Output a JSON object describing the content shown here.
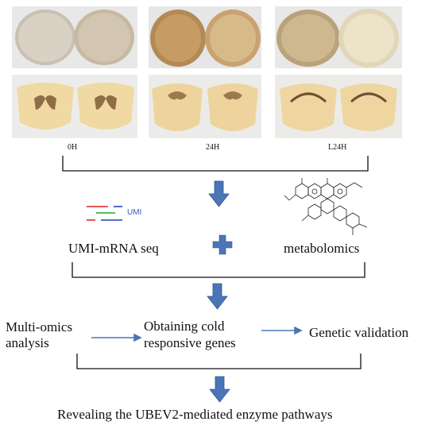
{
  "labels": {
    "time_0": "0H",
    "time_24": "24H",
    "time_l24": "L24H"
  },
  "umi_label": "UMI",
  "steps": {
    "umi_mrna_seq": "UMI-mRNA seq",
    "metabolomics": "metabolomics",
    "multi_omics": [
      "Multi-omics",
      "analysis"
    ],
    "obtaining": [
      "Obtaining cold",
      "responsive genes"
    ],
    "genetic_validation": "Genetic validation",
    "result": "Revealing the UBEV2-mediated enzyme pathways"
  },
  "colors": {
    "arrow_blue": "#4a76b8",
    "plus_blue": "#4a76b8",
    "umi_red": "#e04040",
    "umi_blue": "#3b57c6",
    "umi_green": "#3bb34a",
    "umi_text": "#3b57c6"
  },
  "icons": [
    "mushroom-cap-photo",
    "mushroom-section-photo",
    "down-arrow-icon",
    "plus-icon",
    "right-arrow-icon",
    "chemical-structure-icon"
  ]
}
